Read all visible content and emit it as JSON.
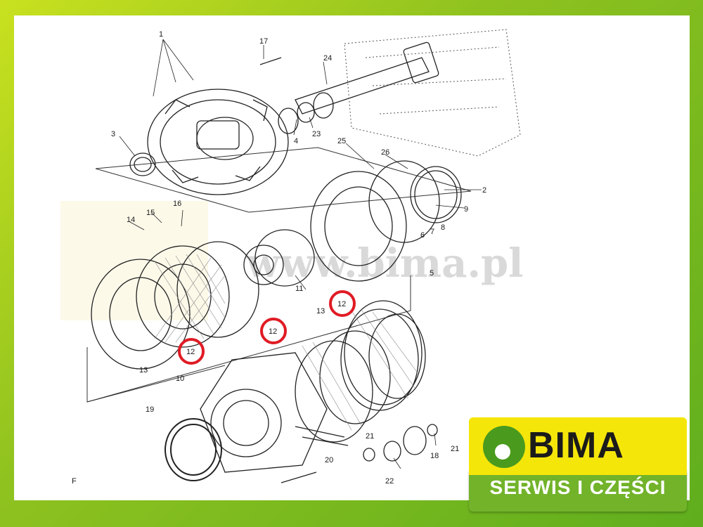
{
  "diagram": {
    "part_labels": {
      "p1": "1",
      "p2": "2",
      "p3": "3",
      "p4": "4",
      "p5": "5",
      "p6": "6",
      "p7": "7",
      "p8": "8",
      "p9": "9",
      "p10": "10",
      "p11": "11",
      "p13a": "13",
      "p13b": "13",
      "p14": "14",
      "p15": "15",
      "p16": "16",
      "p17": "17",
      "p18": "18",
      "p19": "19",
      "p20": "20",
      "p21a": "21",
      "p21b": "21",
      "p22": "22",
      "p23": "23",
      "p24": "24",
      "p25": "25",
      "p26": "26",
      "corner_mark": "F"
    },
    "highlighted_labels": {
      "h1": "12",
      "h2": "12",
      "h3": "12"
    },
    "highlight_color": "#e01b24",
    "watermark": "www.bima.pl"
  },
  "badge": {
    "title": "BIMA",
    "subtitle": "SERWIS I CZĘŚCI",
    "colors": {
      "top": "#f5e60a",
      "bottom": "#72b32a",
      "mark": "#4a9a1e"
    }
  },
  "frame": {
    "gradient_from": "#c9e11f",
    "gradient_to": "#5fae1e"
  }
}
